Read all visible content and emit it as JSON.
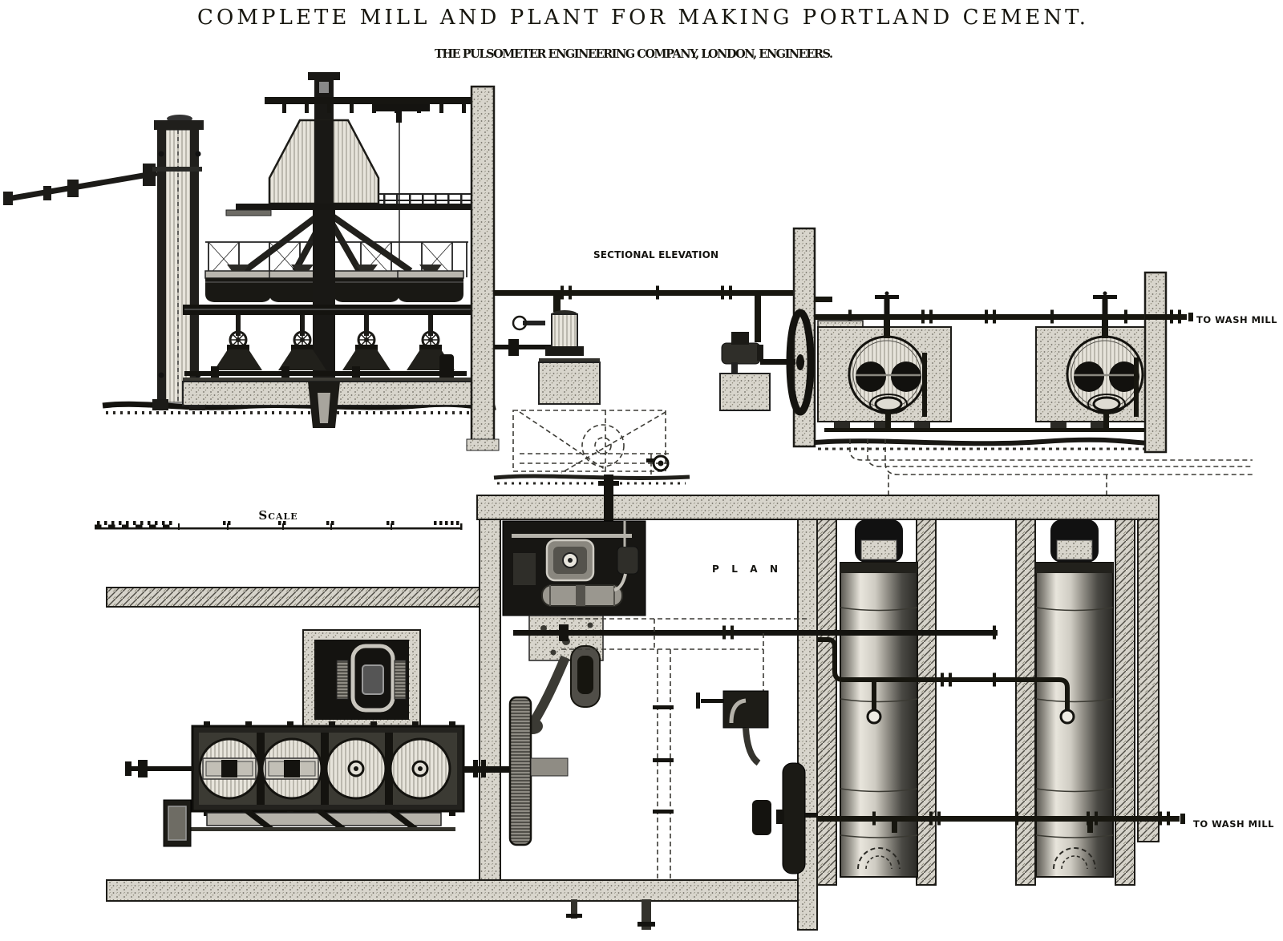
{
  "artwork": {
    "title": "COMPLETE MILL AND PLANT FOR MAKING PORTLAND CEMENT.",
    "subtitle": "THE PULSOMETER ENGINEERING COMPANY, LONDON, ENGINEERS."
  },
  "views": {
    "elevation_label": "SECTIONAL ELEVATION",
    "plan_label": "PLAN"
  },
  "scale_bar": {
    "label": "Scale"
  },
  "pipes": {
    "to_wash_mill_elevation": "TO WASH MILL",
    "to_wash_mill_plan": "TO WASH MILL"
  },
  "colors": {
    "ink": "#17160f",
    "paper": "#ffffff",
    "wall_gray": "#d8d5cc",
    "metal_light": "#e8e5dc",
    "metal_dark": "#2b2a26"
  }
}
